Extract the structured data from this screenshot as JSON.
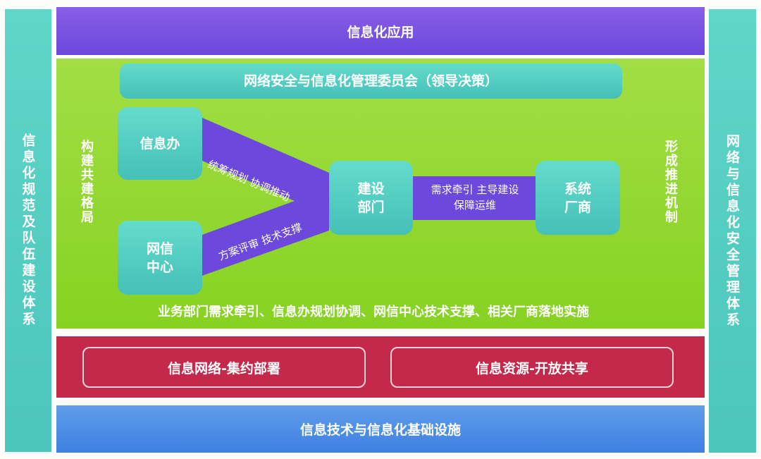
{
  "left_pillar": "信息化规范及队伍建设体系",
  "right_pillar": "网络与信息化安全管理体系",
  "top_layer": "信息化应用",
  "governance": {
    "committee": "网络安全与信息化管理委员会（领导决策）",
    "left_label": "构建共建格局",
    "right_label": "形成推进机制",
    "nodes": {
      "info_office": "信息办",
      "net_center_l1": "网信",
      "net_center_l2": "中心",
      "construction_l1": "建设",
      "construction_l2": "部门",
      "vendor_l1": "系统",
      "vendor_l2": "厂商"
    },
    "links": {
      "upper": "统筹规划 协调推动",
      "lower": "方案评审 技术支撑",
      "right_l1": "需求牵引 主导建设",
      "right_l2": "保障运维"
    },
    "summary": "业务部门需求牵引、信息办规划协调、网信中心技术支撑、相关厂商落地实施"
  },
  "resource_layer": {
    "network": "信息网络-集约部署",
    "resource": "信息资源-开放共享"
  },
  "base_layer": "信息技术与信息化基础设施",
  "colors": {
    "teal": "#52cdc2",
    "purple": "#6f4fe0",
    "green": "#90d630",
    "red": "#c4294b",
    "blue": "#4a86e6"
  }
}
